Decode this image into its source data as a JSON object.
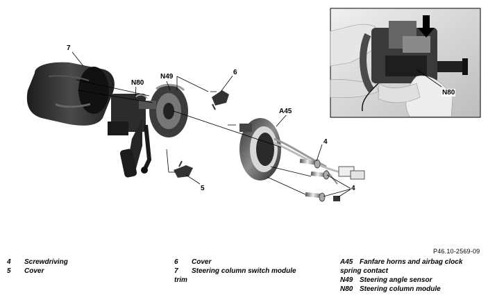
{
  "callouts": {
    "c7": "7",
    "n80_main": "N80",
    "n49": "N49",
    "c6": "6",
    "a45": "A45",
    "c4_top": "4",
    "c5": "5",
    "c4_bottom": "4",
    "n80_inset": "N80"
  },
  "reference": "P46.10-2569-09",
  "legend": [
    [
      {
        "key": "4",
        "text": "Screwdriving"
      },
      {
        "key": "5",
        "text": "Cover"
      }
    ],
    [
      {
        "key": "6",
        "text": "Cover"
      },
      {
        "key": "7",
        "text": "Steering column switch module",
        "text2": "trim"
      }
    ],
    [
      {
        "key": "A45",
        "text": "Fanfare horns and airbag clock",
        "text2": "spring contact"
      },
      {
        "key": "N49",
        "text": "Steering angle sensor"
      },
      {
        "key": "N80",
        "text": "Steering column module"
      }
    ]
  ],
  "colors": {
    "part_dark": "#2a2a2a",
    "part_mid": "#7a7a7a",
    "line": "#000000",
    "photo_bg": "#d9d9d9"
  }
}
